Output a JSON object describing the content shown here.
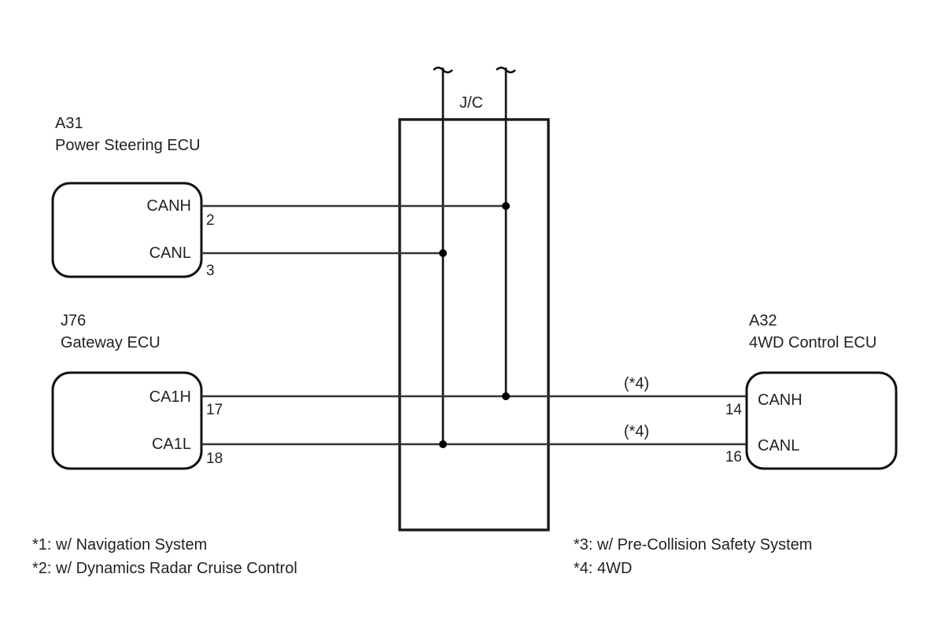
{
  "diagram": {
    "junction_connector": {
      "label": "J/C"
    },
    "components": [
      {
        "id": "A31",
        "code": "A31",
        "name": "Power Steering ECU",
        "pins": [
          {
            "signal": "CANH",
            "number": "2"
          },
          {
            "signal": "CANL",
            "number": "3"
          }
        ]
      },
      {
        "id": "J76",
        "code": "J76",
        "name": "Gateway ECU",
        "pins": [
          {
            "signal": "CA1H",
            "number": "17"
          },
          {
            "signal": "CA1L",
            "number": "18"
          }
        ]
      },
      {
        "id": "A32",
        "code": "A32",
        "name": "4WD Control ECU",
        "pins": [
          {
            "signal": "CANH",
            "number": "14",
            "condition": "(*4)"
          },
          {
            "signal": "CANL",
            "number": "16",
            "condition": "(*4)"
          }
        ]
      }
    ],
    "buses": [
      {
        "name": "CANH",
        "continues_beyond": "~"
      },
      {
        "name": "CANL",
        "continues_beyond": "~"
      }
    ],
    "connections": [
      {
        "from": "A31.CANH",
        "bus": "CANH"
      },
      {
        "from": "A31.CANL",
        "bus": "CANL"
      },
      {
        "from": "J76.CA1H",
        "bus": "CANH",
        "to": "A32.CANH"
      },
      {
        "from": "J76.CA1L",
        "bus": "CANL",
        "to": "A32.CANL"
      }
    ],
    "notes": [
      "*1: w/ Navigation System",
      "*2: w/ Dynamics Radar Cruise Control",
      "*3: w/ Pre-Collision Safety System",
      "*4: 4WD"
    ]
  }
}
